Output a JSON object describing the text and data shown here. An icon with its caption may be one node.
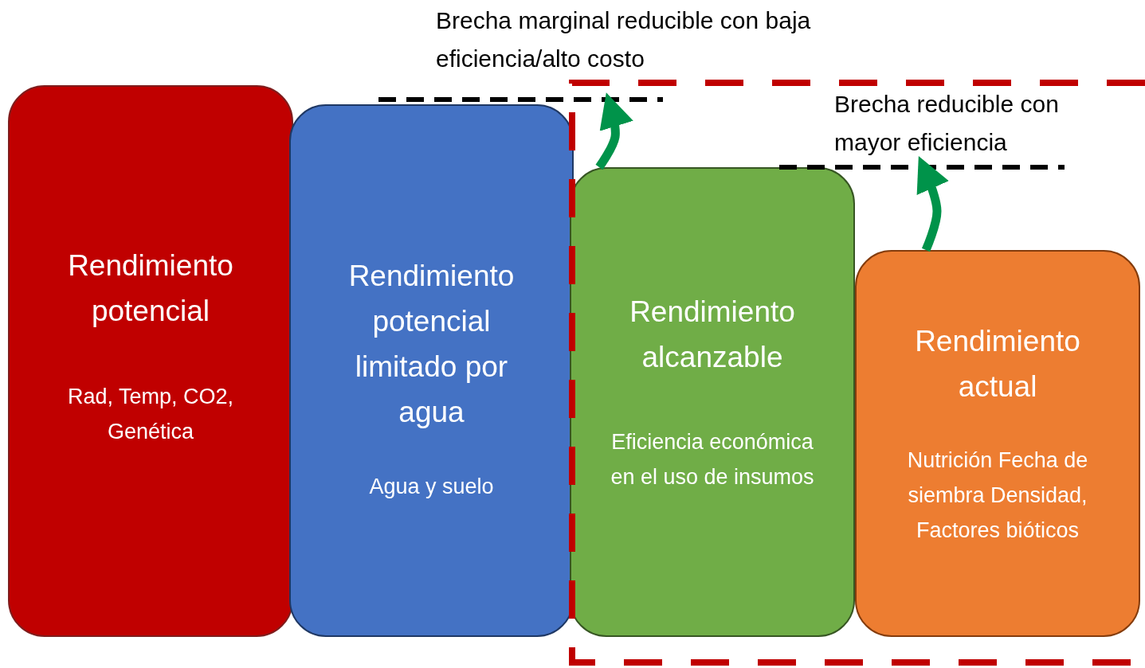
{
  "diagram": {
    "nodes": [
      {
        "text": [
          "Rendimiento potencial",
          "Rad, Temp, CO2, Genética"
        ]
      },
      {
        "text": [
          "Rendimiento potencial limitado por agua",
          "Agua y suelo"
        ]
      },
      {
        "text": [
          "Rendimiento alcanzable",
          "Eficiencia económica en el uso de insumos"
        ]
      },
      {
        "text": [
          "Rendimiento actual",
          "Nutrición Fecha de siembra Densidad, Factores bióticos"
        ]
      }
    ],
    "edges": [
      {
        "from": 2,
        "to": 1,
        "arrow": "to"
      },
      {
        "from": 3,
        "to": 2,
        "arrow": "to"
      }
    ],
    "labels": [
      "Brecha marginal reducible con baja eficiencia/alto costo",
      "Brecha reducible con mayor eficiencia"
    ]
  }
}
